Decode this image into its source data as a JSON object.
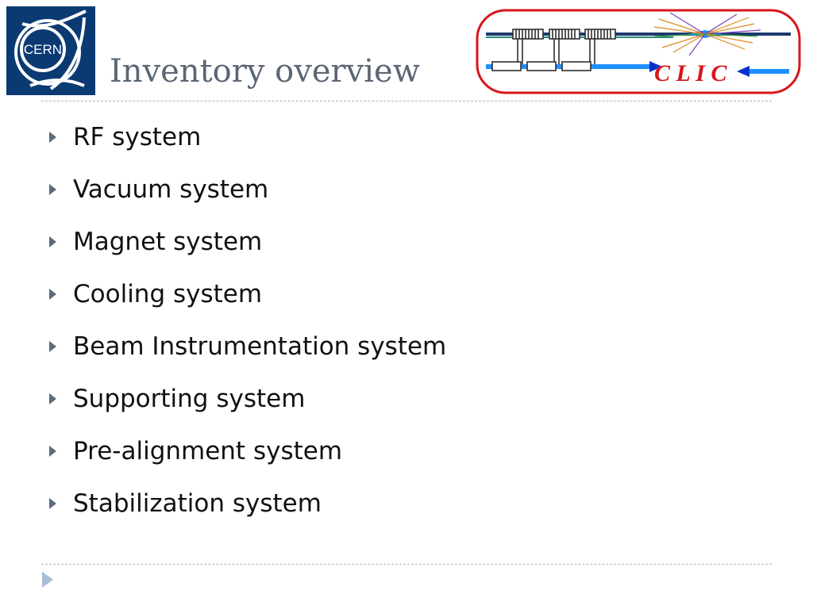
{
  "logos": {
    "cern_text": "CERN",
    "clic_text": "C L I C"
  },
  "slide": {
    "title": "Inventory overview",
    "bullets": [
      "RF system",
      "Vacuum system",
      "Magnet system",
      "Cooling system",
      "Beam Instrumentation system",
      "Supporting system",
      "Pre-alignment system",
      "Stabilization system"
    ]
  },
  "colors": {
    "title": "#5b6675",
    "cern_blue": "#0b3a73",
    "clic_red": "#d7161b",
    "bullet_marker": "#5c6b7d",
    "rule": "#aeb8c4"
  },
  "icons": {
    "bullet": "triangle-right",
    "footer": "triangle-right"
  }
}
